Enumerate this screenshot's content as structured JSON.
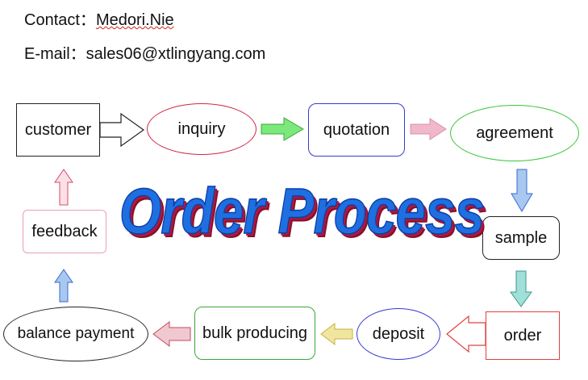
{
  "contact": {
    "contact_label": "Contact：",
    "contact_name": "Medori.Nie",
    "email_label": "E-mail：",
    "email": "sales06@xtlingyang.com"
  },
  "title": "Order Process",
  "nodes": {
    "customer": "customer",
    "inquiry": "inquiry",
    "quotation": "quotation",
    "agreement": "agreement",
    "sample": "sample",
    "order": "order",
    "deposit": "deposit",
    "bulk_producing": "bulk producing",
    "balance_payment": "balance payment",
    "feedback": "feedback"
  },
  "colors": {
    "title_fill": "#1f6fe0",
    "title_shadow": "#b0183b",
    "inquiry_border": "#d0284a",
    "quotation_border": "#3a3ad0",
    "agreement_border": "#3ac43a",
    "order_border": "#e04040",
    "deposit_border": "#3a3ad0",
    "bulk_border": "#3aa83a",
    "feedback_border": "#e8a0b0"
  }
}
